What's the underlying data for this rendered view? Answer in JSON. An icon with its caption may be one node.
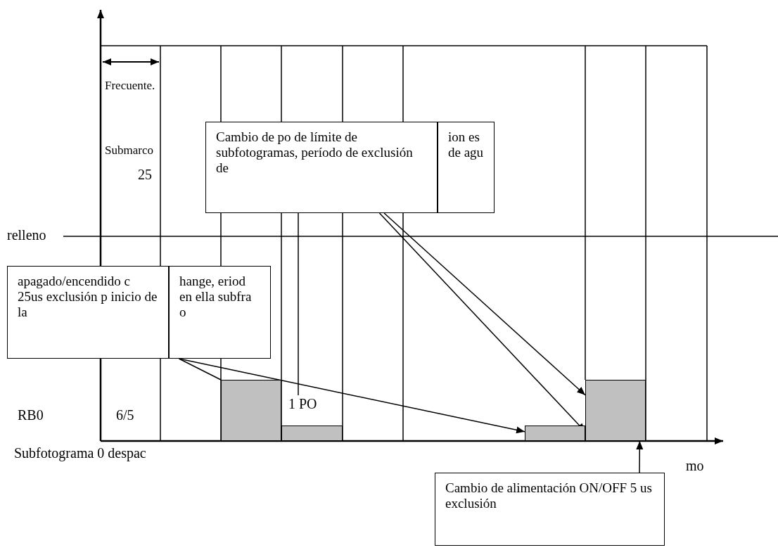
{
  "diagram": {
    "nodes": [
      {
        "text": [
          "Cambio de po de límite de subfotogramas, período de exclusión de"
        ]
      },
      {
        "text": [
          "ion es de agu"
        ]
      },
      {
        "text": [
          "apagado/encendido c 25us exclusión p inicio de la"
        ]
      },
      {
        "text": [
          "hange, eriod en ella subfra o"
        ]
      },
      {
        "text": [
          "Cambio de alimentación ON/OFF 5 us exclusión"
        ]
      },
      {
        "text": [],
        "shape": "bar"
      },
      {
        "text": [],
        "shape": "bar"
      },
      {
        "text": [],
        "shape": "bar"
      },
      {
        "text": [],
        "shape": "bar"
      },
      {
        "text": [
          "1 PO"
        ]
      }
    ],
    "edges": [
      {
        "from": 3,
        "to": 5,
        "arrow": "none"
      },
      {
        "from": 3,
        "to": 7,
        "arrow": "to"
      },
      {
        "from": 9,
        "to": 0,
        "arrow": "none"
      },
      {
        "from": 0,
        "to": 7,
        "arrow": "to"
      },
      {
        "from": 0,
        "to": 8,
        "arrow": "to"
      },
      {
        "from": 4,
        "to": 8,
        "arrow": "to"
      }
    ],
    "labels": [
      "Frecuente.",
      "Submarco",
      "25",
      "relleno",
      "RB0",
      "6/5",
      "Subfotograma 0 despac",
      "mo"
    ]
  }
}
